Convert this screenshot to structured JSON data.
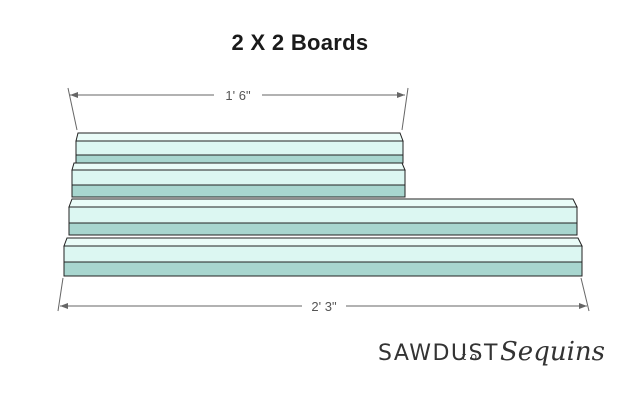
{
  "title": "2 X 2 Boards",
  "dimensions": {
    "short": "1' 6\"",
    "long": "2' 3\""
  },
  "colors": {
    "board_top": "#dcf7f2",
    "board_face": "#a8d6cf",
    "outline": "#222222",
    "dimension_line": "#666666"
  },
  "watermark": {
    "part1": "SAWDUST",
    "part2": "to",
    "part3": "Sequins"
  }
}
